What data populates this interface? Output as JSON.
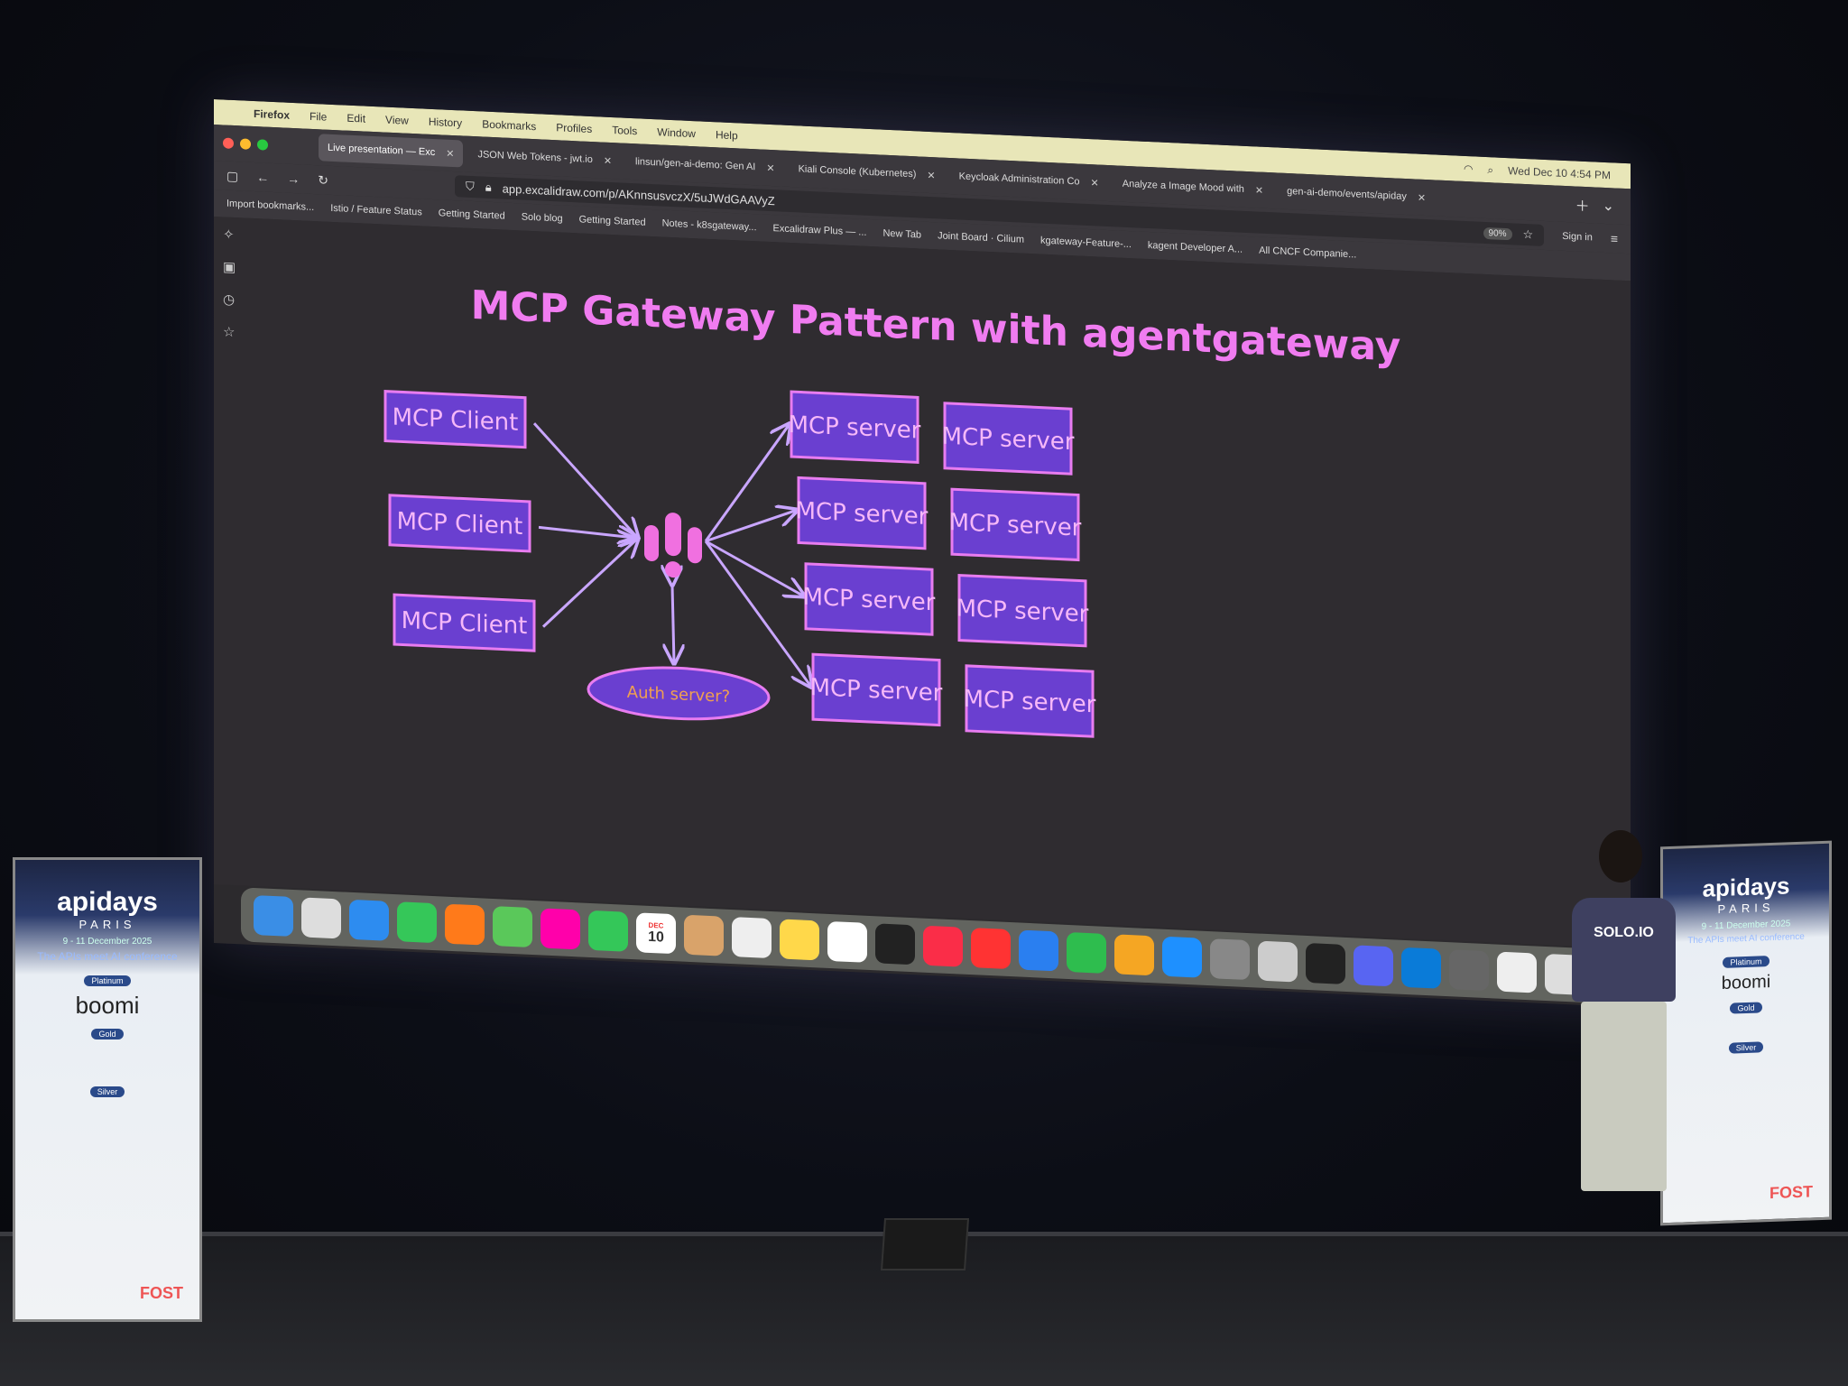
{
  "menubar": {
    "app": "Firefox",
    "items": [
      "File",
      "Edit",
      "View",
      "History",
      "Bookmarks",
      "Profiles",
      "Tools",
      "Window",
      "Help"
    ],
    "clock": "Wed Dec 10  4:54 PM"
  },
  "tabs": [
    {
      "label": "Live presentation — Exc",
      "active": true
    },
    {
      "label": "JSON Web Tokens - jwt.io"
    },
    {
      "label": "linsun/gen-ai-demo: Gen AI"
    },
    {
      "label": "Kiali Console (Kubernetes)"
    },
    {
      "label": "Keycloak Administration Co"
    },
    {
      "label": "Analyze a Image Mood with"
    },
    {
      "label": "gen-ai-demo/events/apiday"
    }
  ],
  "navbar": {
    "url": "app.excalidraw.com/p/AKnnsusvczX/5uJWdGAAVyZ",
    "zoom": "90%",
    "sign_in": "Sign in"
  },
  "bookmarks": [
    "Import bookmarks...",
    "Istio / Feature Status",
    "Getting Started",
    "Solo blog",
    "Getting Started",
    "Notes - k8sgateway...",
    "Excalidraw Plus — ...",
    "New Tab",
    "Joint Board · Cilium",
    "kgateway-Feature-...",
    "kagent Developer A...",
    "All CNCF Companie..."
  ],
  "diagram": {
    "title": "MCP Gateway Pattern with agentgateway",
    "clients": [
      "MCP Client",
      "MCP Client",
      "MCP Client"
    ],
    "servers": [
      "MCP server",
      "MCP server",
      "MCP server",
      "MCP server",
      "MCP server",
      "MCP server",
      "MCP server",
      "MCP server"
    ],
    "auth": "Auth server?",
    "colors": {
      "box_fill": "#6a3fd0",
      "box_stroke": "#e87cf0",
      "title": "#f07cf0",
      "arrow": "#c9a6ff",
      "auth_text": "#f0a050",
      "hub": "#f070e0"
    }
  },
  "dock": {
    "calendar_month": "DEC",
    "calendar_day": "10",
    "icons": [
      "finder",
      "launchpad",
      "safari",
      "messages",
      "firefox",
      "maps",
      "photos",
      "facetime",
      "calendar",
      "contacts",
      "reminders",
      "notes",
      "freeform",
      "tv",
      "music",
      "news",
      "keynote",
      "numbers",
      "pages",
      "app-store",
      "system-settings",
      "iphone-mirroring",
      "terminal",
      "discord",
      "vscode",
      "box",
      "folder",
      "screenshot",
      "document",
      "trash"
    ]
  },
  "banners": {
    "logo": "apidays",
    "city": "PARIS",
    "dates": "9 - 11 December 2025",
    "tagline": "The APIs meet AI conference",
    "platinum": "Platinum",
    "sponsor": "boomi",
    "gold": "Gold",
    "silver": "Silver",
    "fost": "FOST"
  },
  "speaker": {
    "shirt": "SOLO.IO"
  }
}
